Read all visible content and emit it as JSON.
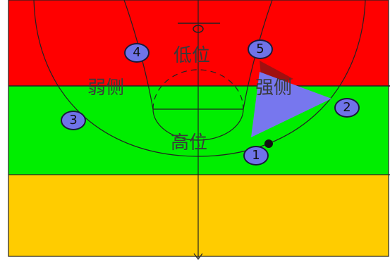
{
  "zones": {
    "low_post_label": "低位",
    "high_post_label": "高位",
    "weak_side_label": "弱侧",
    "strong_side_label": "强侧"
  },
  "players": [
    {
      "number": "1"
    },
    {
      "number": "2"
    },
    {
      "number": "3"
    },
    {
      "number": "4"
    },
    {
      "number": "5"
    }
  ],
  "colors": {
    "low_zone": "#ff0000",
    "mid_zone": "#00ee00",
    "top_zone": "#ffcc00",
    "triangle_fill": "#7777ee",
    "triangle_shadow": "#a01010",
    "player_fill": "#6f73e8",
    "lines": "#222222"
  }
}
